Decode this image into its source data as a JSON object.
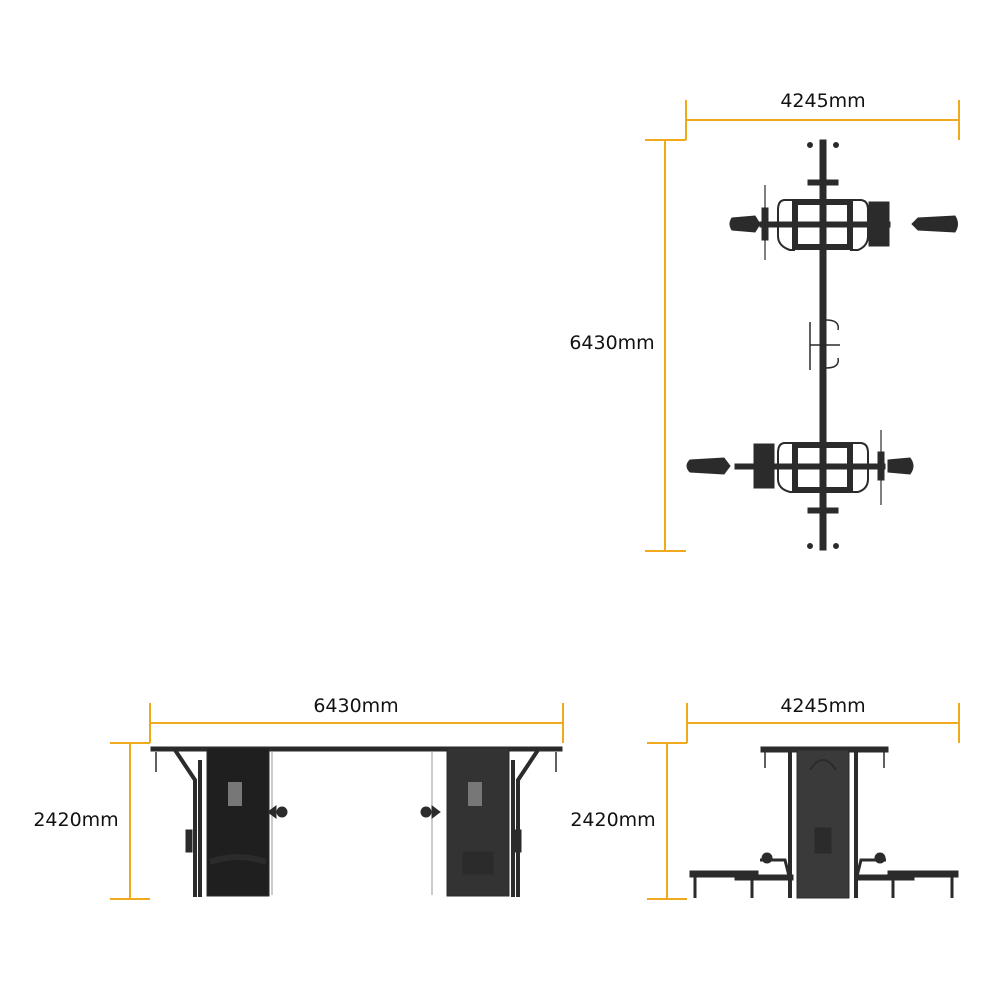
{
  "colors": {
    "dimension": "#F0A81C",
    "machine": "#2B2B2B"
  },
  "top_view": {
    "width_label": "4245mm",
    "length_label": "6430mm"
  },
  "front_view": {
    "width_label": "6430mm",
    "height_label": "2420mm"
  },
  "side_view": {
    "width_label": "4245mm",
    "height_label": "2420mm"
  }
}
